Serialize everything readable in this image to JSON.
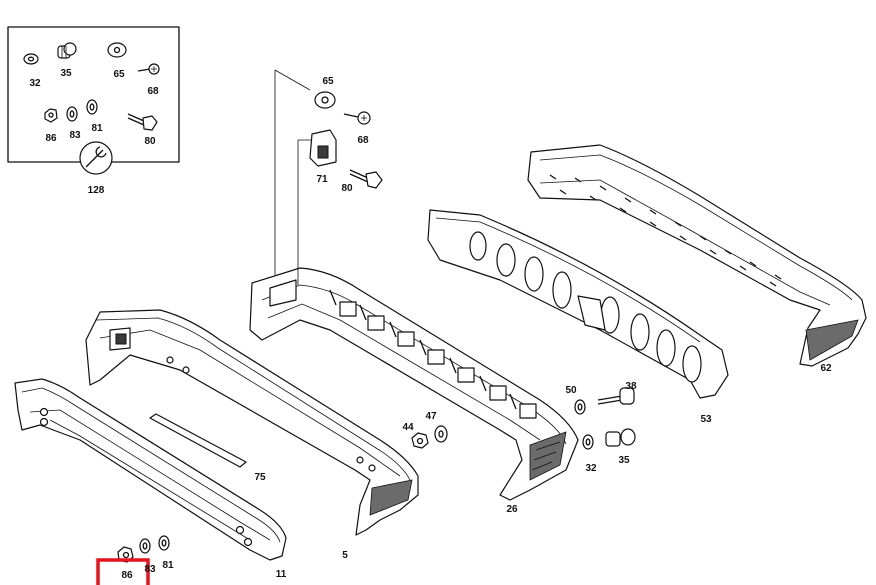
{
  "callouts": {
    "kit_32": "32",
    "kit_35": "35",
    "kit_65": "65",
    "kit_68": "68",
    "kit_86": "86",
    "kit_83": "83",
    "kit_81": "81",
    "kit_80": "80",
    "kit_128": "128",
    "p65": "65",
    "p68": "68",
    "p71": "71",
    "p80": "80",
    "p62": "62",
    "p53": "53",
    "p26": "26",
    "p50": "50",
    "p38": "38",
    "p32": "32",
    "p35": "35",
    "p44": "44",
    "p47": "47",
    "p75": "75",
    "p5": "5",
    "p11": "11",
    "p86": "86",
    "p83": "83",
    "p81": "81"
  },
  "colors": {
    "line": "#111111",
    "highlight": "#e8121a",
    "shade": "#3a3a3a"
  },
  "highlight_box": {
    "label": "86",
    "color": "#e8121a"
  }
}
